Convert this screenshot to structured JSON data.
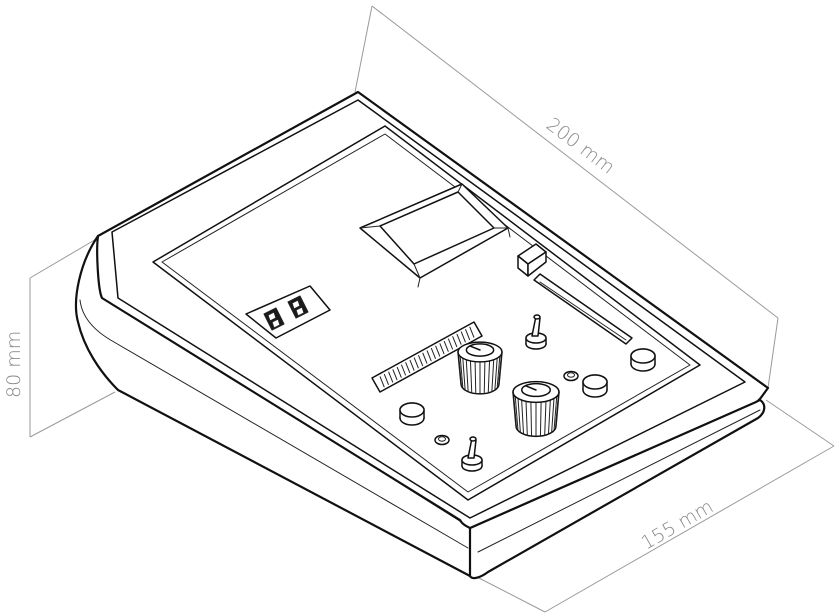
{
  "dimensions": {
    "length": {
      "label": "200 mm"
    },
    "height": {
      "label": "80 mm"
    },
    "depth": {
      "label": "155 mm"
    }
  },
  "colors": {
    "outline": "#111111",
    "dimension": "#8a8a8a",
    "background": "#ffffff"
  }
}
